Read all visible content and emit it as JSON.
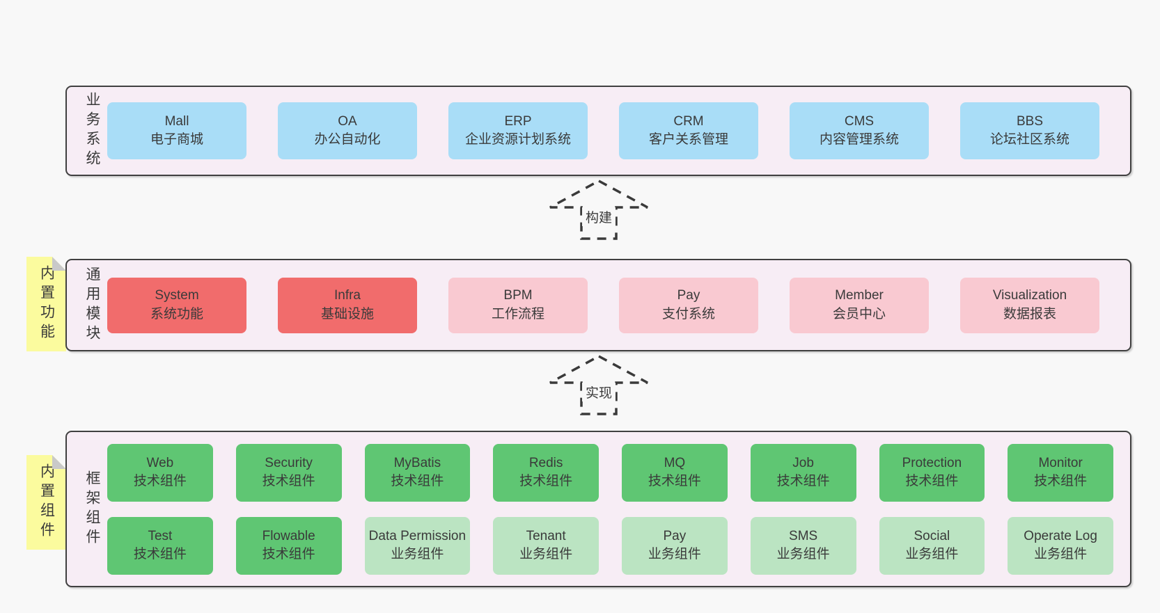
{
  "palette": {
    "page_background": "#f8f8f8",
    "container_background": "#f7edf5",
    "container_border": "#404040",
    "blue_box": "#a9ddf7",
    "red_box": "#f16c6c",
    "pink_box": "#f9c9d1",
    "green_box": "#5fc673",
    "light_green_box": "#bbe4c2",
    "note_yellow": "#fbfb9e",
    "note_fold_gray": "#c9c9c9",
    "text": "#3a3a3a"
  },
  "arrows": [
    {
      "label": "构建"
    },
    {
      "label": "实现"
    }
  ],
  "sections": [
    {
      "label": "业务系统",
      "boxes": [
        {
          "name": "Mall",
          "desc": "电子商城",
          "variant": "blue"
        },
        {
          "name": "OA",
          "desc": "办公自动化",
          "variant": "blue"
        },
        {
          "name": "ERP",
          "desc": "企业资源计划系统",
          "variant": "blue"
        },
        {
          "name": "CRM",
          "desc": "客户关系管理",
          "variant": "blue"
        },
        {
          "name": "CMS",
          "desc": "内容管理系统",
          "variant": "blue"
        },
        {
          "name": "BBS",
          "desc": "论坛社区系统",
          "variant": "blue"
        }
      ]
    },
    {
      "label": "通用模块",
      "note": "内置功能",
      "boxes": [
        {
          "name": "System",
          "desc": "系统功能",
          "variant": "red"
        },
        {
          "name": "Infra",
          "desc": "基础设施",
          "variant": "red"
        },
        {
          "name": "BPM",
          "desc": "工作流程",
          "variant": "pink"
        },
        {
          "name": "Pay",
          "desc": "支付系统",
          "variant": "pink"
        },
        {
          "name": "Member",
          "desc": "会员中心",
          "variant": "pink"
        },
        {
          "name": "Visualization",
          "desc": "数据报表",
          "variant": "pink"
        }
      ]
    },
    {
      "label": "框架组件",
      "note": "内置组件",
      "boxes": [
        {
          "name": "Web",
          "desc": "技术组件",
          "variant": "green"
        },
        {
          "name": "Security",
          "desc": "技术组件",
          "variant": "green"
        },
        {
          "name": "MyBatis",
          "desc": "技术组件",
          "variant": "green"
        },
        {
          "name": "Redis",
          "desc": "技术组件",
          "variant": "green"
        },
        {
          "name": "MQ",
          "desc": "技术组件",
          "variant": "green"
        },
        {
          "name": "Job",
          "desc": "技术组件",
          "variant": "green"
        },
        {
          "name": "Protection",
          "desc": "技术组件",
          "variant": "green"
        },
        {
          "name": "Monitor",
          "desc": "技术组件",
          "variant": "green"
        },
        {
          "name": "Test",
          "desc": "技术组件",
          "variant": "green"
        },
        {
          "name": "Flowable",
          "desc": "技术组件",
          "variant": "green"
        },
        {
          "name": "Data Permission",
          "desc": "业务组件",
          "variant": "light-green"
        },
        {
          "name": "Tenant",
          "desc": "业务组件",
          "variant": "light-green"
        },
        {
          "name": "Pay",
          "desc": "业务组件",
          "variant": "light-green"
        },
        {
          "name": "SMS",
          "desc": "业务组件",
          "variant": "light-green"
        },
        {
          "name": "Social",
          "desc": "业务组件",
          "variant": "light-green"
        },
        {
          "name": "Operate Log",
          "desc": "业务组件",
          "variant": "light-green"
        }
      ]
    }
  ]
}
